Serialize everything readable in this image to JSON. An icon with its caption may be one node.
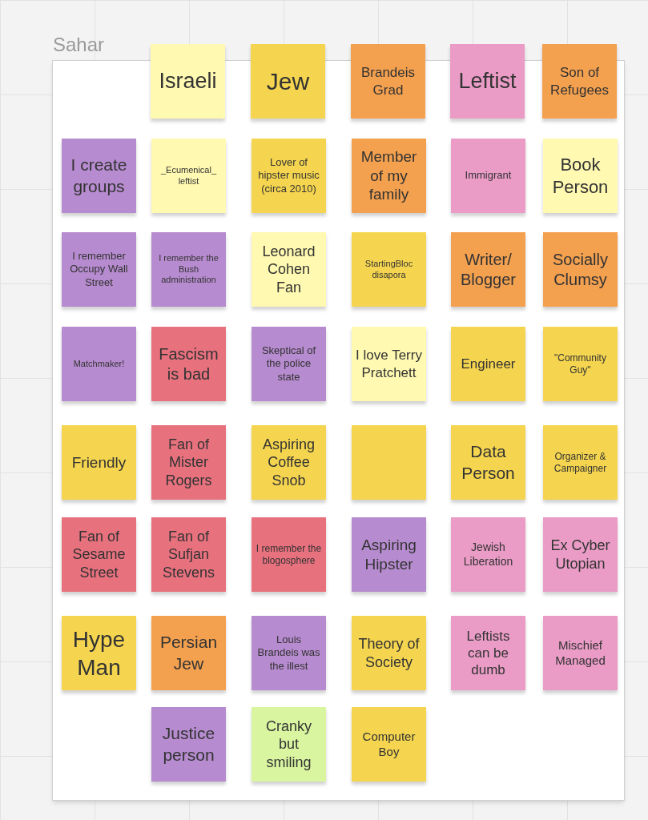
{
  "diagram": {
    "nodes": [
      {
        "text": [
          "Sahar"
        ]
      },
      {
        "text": [
          "Israeli"
        ]
      },
      {
        "text": [
          "Jew"
        ]
      },
      {
        "text": [
          "Brandeis Grad"
        ]
      },
      {
        "text": [
          "Leftist"
        ]
      },
      {
        "text": [
          "Son of Refugees"
        ]
      },
      {
        "text": [
          "I create groups"
        ],
        "in": 0
      },
      {
        "text": [
          "_Ecumenical_ leftist"
        ],
        "in": 0
      },
      {
        "text": [
          "Lover of hipster music (circa 2010)"
        ],
        "in": 0
      },
      {
        "text": [
          "Member of my family"
        ],
        "in": 0
      },
      {
        "text": [
          "Immigrant"
        ],
        "in": 0
      },
      {
        "text": [
          "Book Person"
        ],
        "in": 0
      },
      {
        "text": [
          "I remember Occupy Wall Street"
        ],
        "in": 0
      },
      {
        "text": [
          "I remember the Bush administration"
        ],
        "in": 0
      },
      {
        "text": [
          "Leonard Cohen Fan"
        ],
        "in": 0
      },
      {
        "text": [
          "StartingBloc disapora"
        ],
        "in": 0
      },
      {
        "text": [
          "Writer/ Blogger"
        ],
        "in": 0
      },
      {
        "text": [
          "Socially Clumsy"
        ],
        "in": 0
      },
      {
        "text": [
          "Matchmaker!"
        ],
        "in": 0
      },
      {
        "text": [
          "Fascism is bad"
        ],
        "in": 0
      },
      {
        "text": [
          "Skeptical of the police state"
        ],
        "in": 0
      },
      {
        "text": [
          "I love Terry Pratchett"
        ],
        "in": 0
      },
      {
        "text": [
          "Engineer"
        ],
        "in": 0
      },
      {
        "text": [
          "\"Community Guy\""
        ],
        "in": 0
      },
      {
        "text": [
          "Friendly"
        ],
        "in": 0
      },
      {
        "text": [
          "Fan of Mister Rogers"
        ],
        "in": 0
      },
      {
        "text": [
          "Aspiring Coffee Snob"
        ],
        "in": 0
      },
      {
        "text": [],
        "shape": "box",
        "in": 0
      },
      {
        "text": [
          "Data Person"
        ],
        "in": 0
      },
      {
        "text": [
          "Organizer & Campaigner"
        ],
        "in": 0
      },
      {
        "text": [
          "Fan of Sesame Street"
        ],
        "in": 0
      },
      {
        "text": [
          "Fan of Sufjan Stevens"
        ],
        "in": 0
      },
      {
        "text": [
          "I remember the blogosphere"
        ],
        "in": 0
      },
      {
        "text": [
          "Aspiring Hipster"
        ],
        "in": 0
      },
      {
        "text": [
          "Jewish Liberation"
        ],
        "in": 0
      },
      {
        "text": [
          "Ex Cyber Utopian"
        ],
        "in": 0
      },
      {
        "text": [
          "Hype Man"
        ],
        "in": 0
      },
      {
        "text": [
          "Persian Jew"
        ],
        "in": 0
      },
      {
        "text": [
          "Louis Brandeis was the illest"
        ],
        "in": 0
      },
      {
        "text": [
          "Theory of Society"
        ],
        "in": 0
      },
      {
        "text": [
          "Leftists can be dumb"
        ],
        "in": 0
      },
      {
        "text": [
          "Mischief Managed"
        ],
        "in": 0
      },
      {
        "text": [
          "Justice person"
        ],
        "in": 0
      },
      {
        "text": [
          "Cranky but smiling"
        ],
        "in": 0
      },
      {
        "text": [
          "Computer Boy"
        ],
        "in": 0
      }
    ]
  }
}
